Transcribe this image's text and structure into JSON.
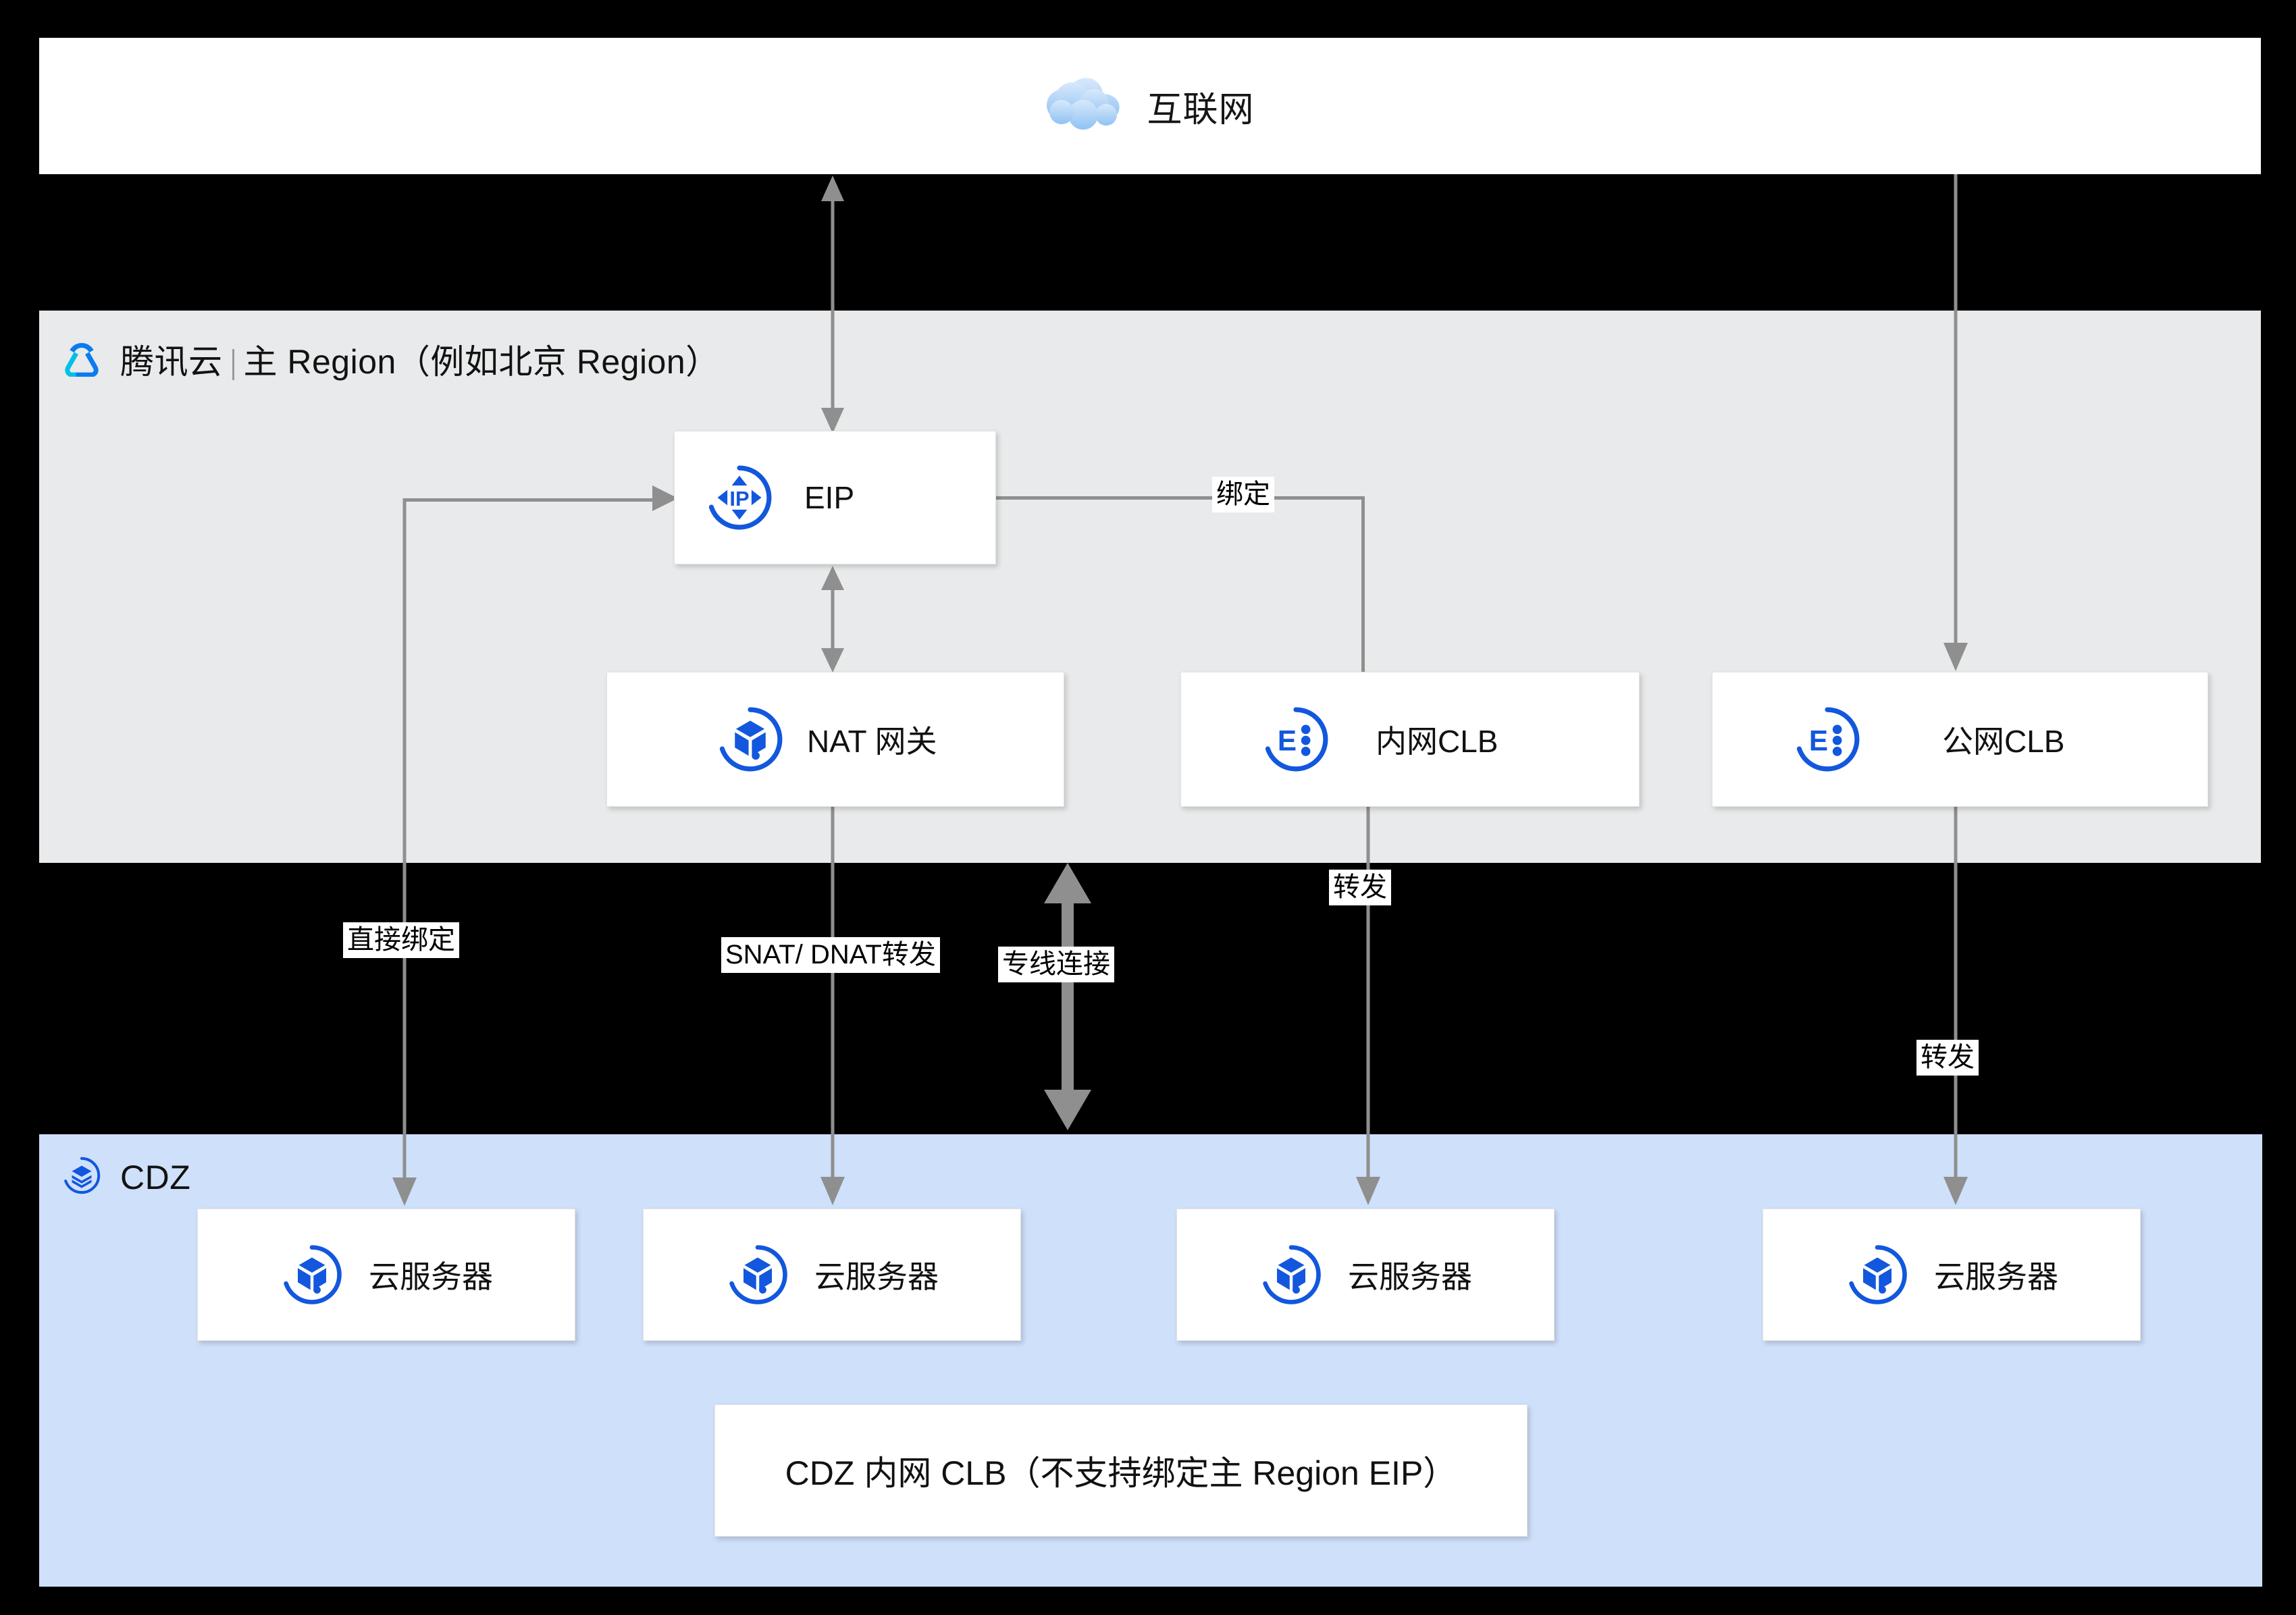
{
  "diagram": {
    "title_internet": "互联网",
    "zones": {
      "internet": {
        "label": "互联网",
        "icon": "cloud-icon"
      },
      "region": {
        "brand": "腾讯云",
        "label": "主 Region（例如北京 Region）",
        "icon": "tencent-cloud-logo",
        "bg_color": "#e9eaeb"
      },
      "cdz": {
        "label": "CDZ",
        "icon": "cdz-layers-icon",
        "bg_color": "#cfe0fb"
      }
    },
    "nodes": [
      {
        "id": "eip",
        "label": "EIP",
        "icon": "eip-icon"
      },
      {
        "id": "nat",
        "label": "NAT 网关",
        "icon": "nat-gateway-icon"
      },
      {
        "id": "clb_private",
        "label": "内网CLB",
        "icon": "clb-icon"
      },
      {
        "id": "clb_public",
        "label": "公网CLB",
        "icon": "clb-icon"
      },
      {
        "id": "cvm_1",
        "label": "云服务器",
        "icon": "cvm-icon"
      },
      {
        "id": "cvm_2",
        "label": "云服务器",
        "icon": "cvm-icon"
      },
      {
        "id": "cvm_3",
        "label": "云服务器",
        "icon": "cvm-icon"
      },
      {
        "id": "cvm_4",
        "label": "云服务器",
        "icon": "cvm-icon"
      },
      {
        "id": "cdz_clb",
        "label": "CDZ 内网 CLB（不支持绑定主 Region EIP）",
        "icon": "none"
      }
    ],
    "edges": [
      {
        "id": "internet_eip",
        "from": "internet",
        "to": "eip",
        "label": "",
        "arrows": "both"
      },
      {
        "id": "internet_clb_public",
        "from": "internet",
        "to": "clb_public",
        "label": "",
        "arrows": "down"
      },
      {
        "id": "eip_clb_private",
        "from": "eip",
        "to": "clb_private",
        "label": "绑定",
        "arrows": "none"
      },
      {
        "id": "eip_nat",
        "from": "eip",
        "to": "nat",
        "label": "",
        "arrows": "both"
      },
      {
        "id": "eip_cvm_1",
        "from": "eip",
        "to": "cvm_1",
        "label": "直接绑定",
        "arrows": "down"
      },
      {
        "id": "nat_cvm_2",
        "from": "nat",
        "to": "cvm_2",
        "label": "SNAT/ DNAT转发",
        "arrows": "down"
      },
      {
        "id": "region_cdz_link",
        "from": "region",
        "to": "cdz",
        "label": "专线连接",
        "arrows": "both"
      },
      {
        "id": "clb_private_cvm_3",
        "from": "clb_private",
        "to": "cvm_3",
        "label": "转发",
        "arrows": "down"
      },
      {
        "id": "clb_public_cvm_4",
        "from": "clb_public",
        "to": "cvm_4",
        "label": "转发",
        "arrows": "down"
      }
    ],
    "edge_labels": {
      "bind": "绑定",
      "direct_bind": "直接绑定",
      "snat_dnat": "SNAT/ DNAT转发",
      "dedicated_line": "专线连接",
      "forward_private": "转发",
      "forward_public": "转发"
    },
    "colors": {
      "background": "#000000",
      "node_fill": "#ffffff",
      "icon_blue": "#1257dd",
      "edge_gray": "#8f8f8f",
      "region_bg": "#e9eaeb",
      "cdz_bg": "#cfe0fb",
      "cloud_blue": "#9ec9f5"
    }
  }
}
